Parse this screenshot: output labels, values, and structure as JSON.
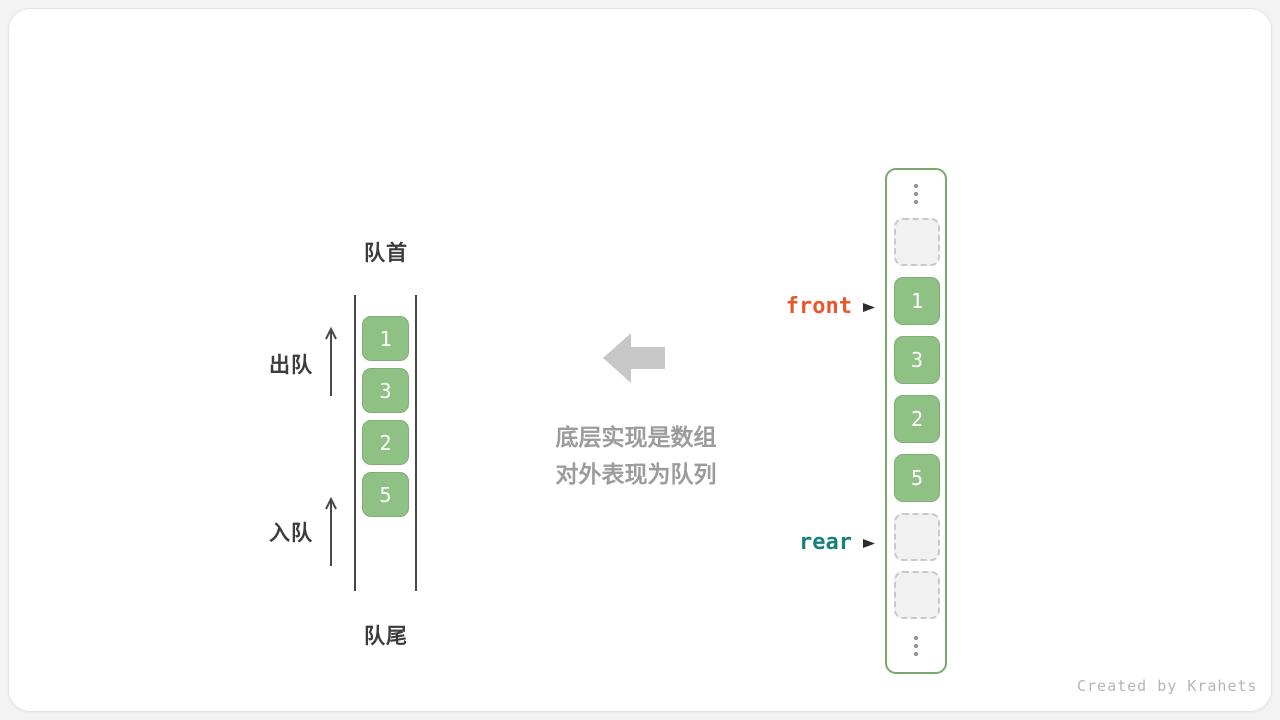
{
  "colors": {
    "background": "#f3f3f3",
    "card": "#ffffff",
    "cell_green": "#8fc084",
    "array_border_green": "#7aa96f",
    "front_orange": "#e8582a",
    "rear_teal": "#17807d",
    "caption_gray": "#9c9c9c",
    "label_dark": "#3c3c3c"
  },
  "left_queue": {
    "front_label": "队首",
    "rear_label": "队尾",
    "dequeue_label": "出队",
    "enqueue_label": "入队",
    "values": [
      "1",
      "3",
      "2",
      "5"
    ]
  },
  "caption": {
    "line1": "底层实现是数组",
    "line2": "对外表现为队列"
  },
  "right_array": {
    "front_pointer": "front",
    "rear_pointer": "rear",
    "values": [
      "1",
      "3",
      "2",
      "5"
    ]
  },
  "footer": {
    "credit": "Created by Krahets"
  }
}
